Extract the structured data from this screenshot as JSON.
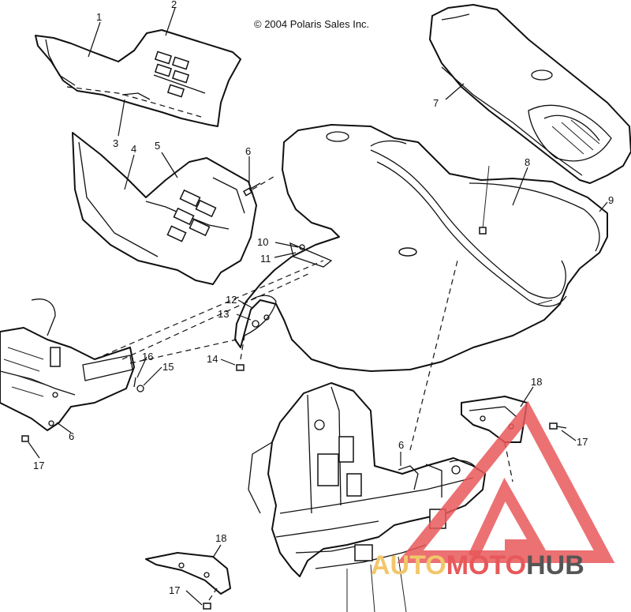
{
  "copyright": "© 2004 Polaris Sales Inc.",
  "callouts": {
    "c1": "1",
    "c2": "2",
    "c3": "3",
    "c4": "4",
    "c5": "5",
    "c6a": "6",
    "c6b": "6",
    "c6c": "6",
    "c7": "7",
    "c8": "8",
    "c9": "9",
    "c10": "10",
    "c11": "11",
    "c12": "12",
    "c13": "13",
    "c14": "14",
    "c15": "15",
    "c16": "16",
    "c17a": "17",
    "c17b": "17",
    "c17c": "17",
    "c18a": "18",
    "c18b": "18"
  },
  "watermark": {
    "part1": "AUTO",
    "part2": "MOTO",
    "part3": "HUB",
    "colors": {
      "auto": "#f2c76a",
      "moto": "#e8585a",
      "hub": "#555555"
    }
  }
}
